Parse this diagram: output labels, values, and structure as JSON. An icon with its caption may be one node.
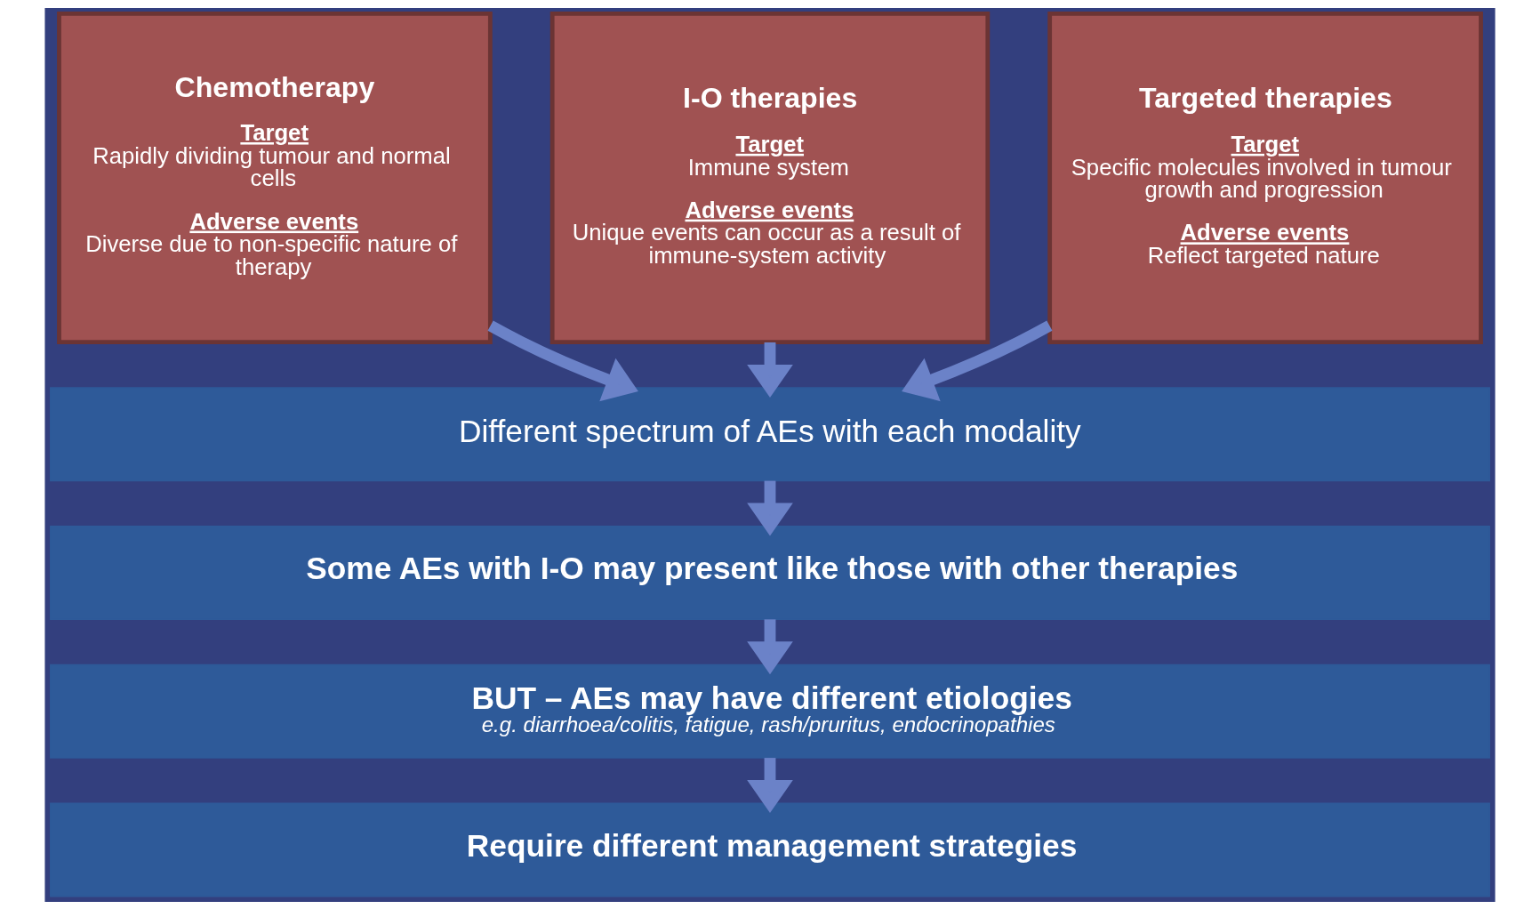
{
  "diagram": {
    "nodes": [
      {
        "text": [
          "Chemotherapy",
          "Target",
          "Rapidly dividing tumour and normal cells",
          "Adverse events",
          "Diverse due to non-specific nature of therapy"
        ]
      },
      {
        "text": [
          "I-O therapies",
          "Target",
          "Immune system",
          "Adverse events",
          "Unique events can occur as a result of  immune-system activity"
        ]
      },
      {
        "text": [
          "Targeted therapies",
          "Target",
          "Specific molecules involved in tumour growth and progression",
          "Adverse events",
          "Reflect targeted nature"
        ]
      },
      {
        "text": [
          "Different spectrum of AEs with each modality"
        ]
      },
      {
        "text": [
          "Some AEs with I-O may present like those with other therapies"
        ]
      },
      {
        "text": [
          "BUT – AEs may have different etiologies",
          "e.g. diarrhoea/colitis, fatigue, rash/pruritus, endocrinopathies"
        ]
      },
      {
        "text": [
          "Require different management strategies"
        ]
      }
    ],
    "edges": [
      {
        "from": 0,
        "to": 3,
        "arrow": "to"
      },
      {
        "from": 1,
        "to": 3,
        "arrow": "to"
      },
      {
        "from": 2,
        "to": 3,
        "arrow": "to"
      },
      {
        "from": 3,
        "to": 4,
        "arrow": "to"
      },
      {
        "from": 4,
        "to": 5,
        "arrow": "to"
      },
      {
        "from": 5,
        "to": 6,
        "arrow": "to"
      }
    ]
  }
}
